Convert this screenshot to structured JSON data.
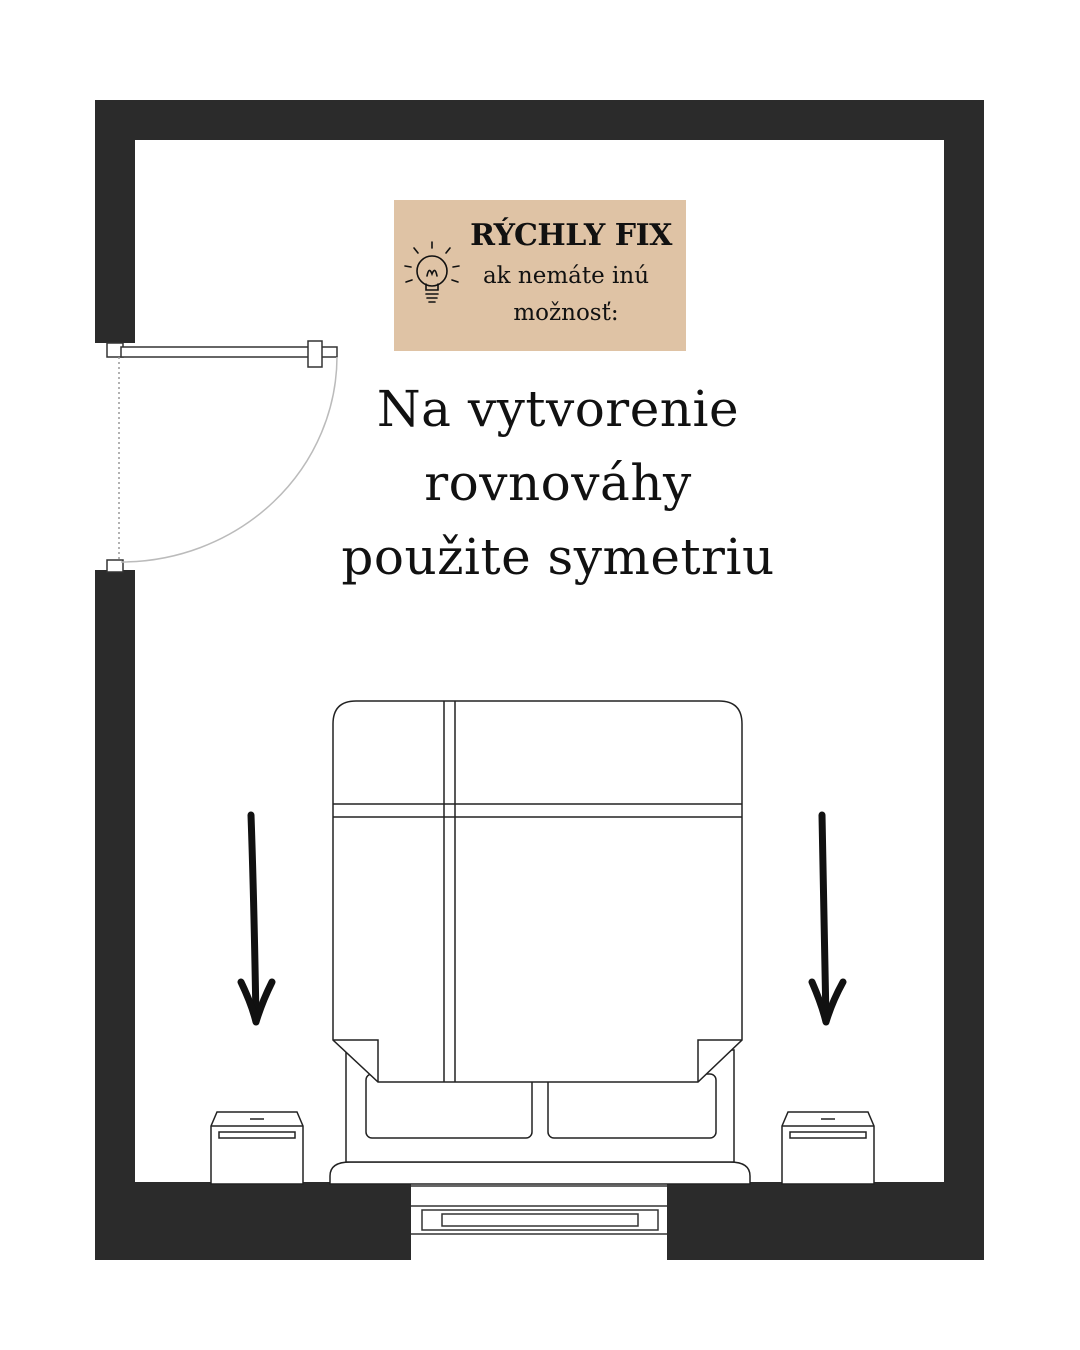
{
  "tip": {
    "title": "RÝCHLY FIX",
    "subtitle_line1": "ak nemáte inú",
    "subtitle_line2": "možnosť:",
    "icon": "lightbulb-icon"
  },
  "headline": {
    "line1": "Na vytvorenie",
    "line2": "rovnováhy",
    "line3": "použite symetriu"
  },
  "colors": {
    "wall": "#2b2b2b",
    "callout_bg": "#dfc3a5",
    "text": "#111111",
    "line": "#111111"
  }
}
